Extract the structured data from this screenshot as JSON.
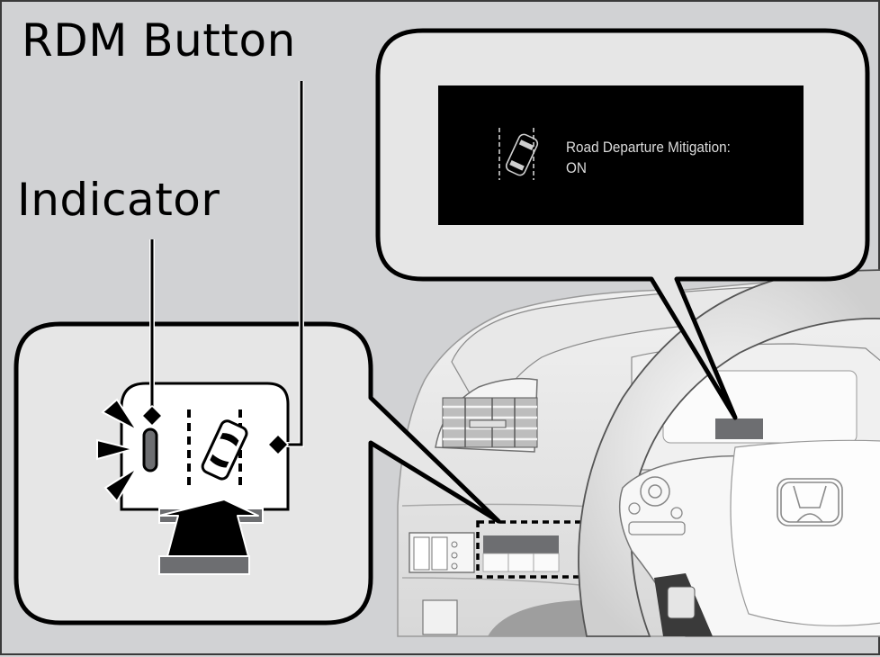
{
  "labels": {
    "rdm_button": "RDM Button",
    "indicator": "Indicator"
  },
  "mid_display": {
    "message_line1": "Road Departure Mitigation:",
    "message_line2": "ON",
    "icon": "lane-departure-car-icon"
  },
  "button_closeup": {
    "icons": [
      "indicator-light-icon",
      "lane-departure-car-icon",
      "press-arrow-icon"
    ],
    "indicator_state": "blinking"
  },
  "dashboard": {
    "highlighted_control": "rdm-button-cluster",
    "brand_logo": "honda-logo-icon"
  },
  "colors": {
    "background": "#d1d2d4",
    "bubble_fill": "#e6e6e6",
    "display_bg": "#000000",
    "display_text": "#dcdcdc",
    "indicator_fill": "#6d6e71",
    "accent_dark": "#000000"
  }
}
